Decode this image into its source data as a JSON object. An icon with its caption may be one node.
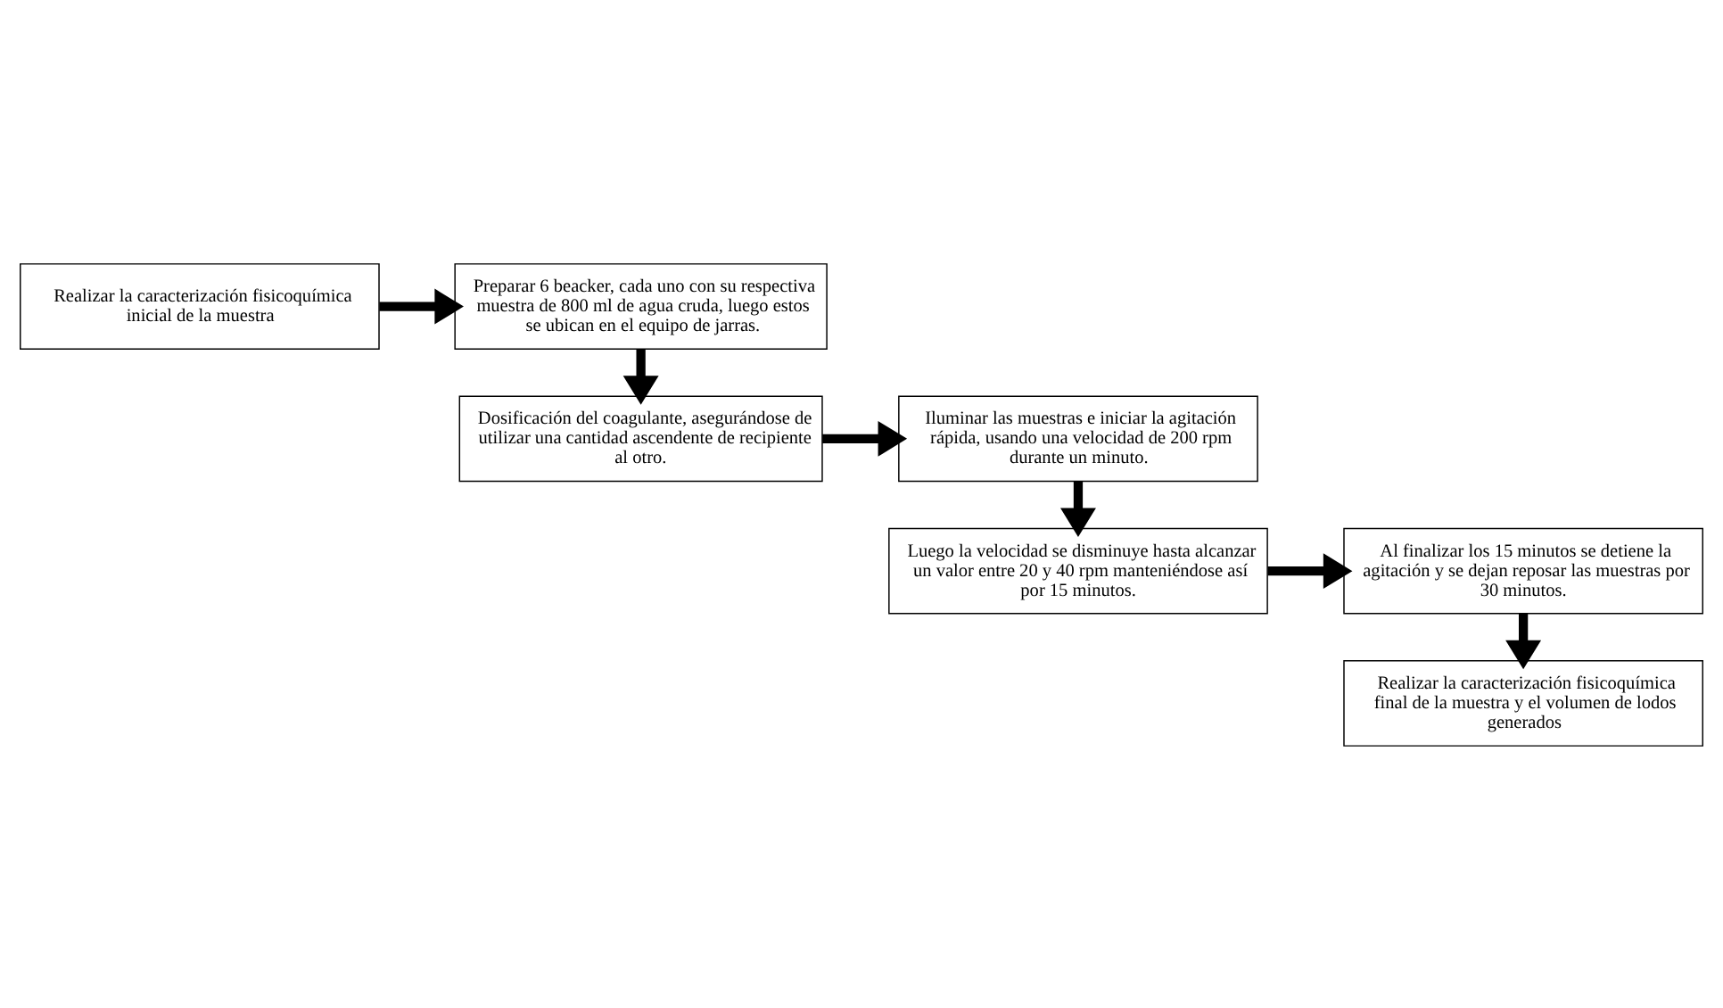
{
  "diagram": {
    "nodes": [
      {
        "text": [
          "Realizar la caracterización fisicoquímica inicial de la muestra"
        ]
      },
      {
        "text": [
          "Preparar 6 beacker, cada uno con su respectiva muestra de 800 ml de agua cruda, luego estos se ubican en el equipo de jarras."
        ]
      },
      {
        "text": [
          "Dosificación del coagulante, asegurándose de utilizar una cantidad ascendente de recipiente al otro."
        ]
      },
      {
        "text": [
          "Iluminar las muestras e iniciar la agitación rápida, usando una velocidad de 200 rpm durante un minuto."
        ]
      },
      {
        "text": [
          "Luego la velocidad se disminuye hasta alcanzar un valor entre 20 y 40 rpm manteniéndose así por 15 minutos."
        ]
      },
      {
        "text": [
          "Al finalizar los 15 minutos se detiene la agitación y se dejan reposar las muestras por 30 minutos."
        ]
      },
      {
        "text": [
          "Realizar la caracterización fisicoquímica final de la muestra y el volumen de lodos generados"
        ]
      }
    ],
    "edges": [
      {
        "from": 0,
        "to": 1,
        "arrow": "to"
      },
      {
        "from": 1,
        "to": 2,
        "arrow": "to"
      },
      {
        "from": 2,
        "to": 3,
        "arrow": "to"
      },
      {
        "from": 3,
        "to": 4,
        "arrow": "to"
      },
      {
        "from": 4,
        "to": 5,
        "arrow": "to"
      },
      {
        "from": 5,
        "to": 6,
        "arrow": "to"
      }
    ]
  }
}
